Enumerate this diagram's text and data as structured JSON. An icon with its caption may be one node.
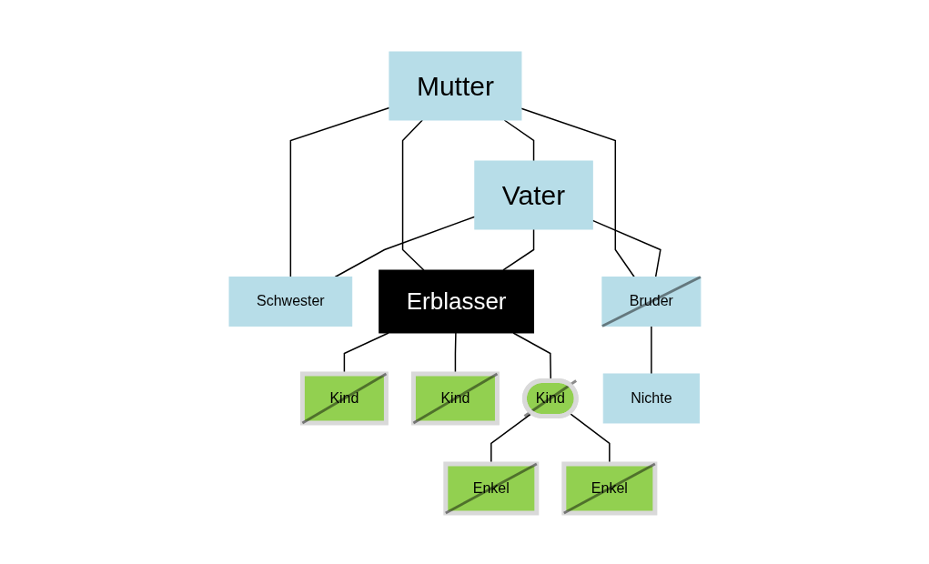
{
  "diagram": {
    "nodes": [
      {
        "text": [
          "Mutter"
        ]
      },
      {
        "text": [
          "Vater"
        ]
      },
      {
        "text": [
          "Schwester"
        ]
      },
      {
        "text": [
          "Erblasser"
        ]
      },
      {
        "text": [
          "Bruder"
        ]
      },
      {
        "text": [
          "Kind"
        ]
      },
      {
        "text": [
          "Kind"
        ]
      },
      {
        "text": [
          "Kind"
        ]
      },
      {
        "text": [
          "Nichte"
        ]
      },
      {
        "text": [
          "Enkel"
        ]
      },
      {
        "text": [
          "Enkel"
        ]
      }
    ],
    "edges": [
      {
        "from": 0,
        "to": 1,
        "arrow": "none"
      },
      {
        "from": 0,
        "to": 2,
        "arrow": "none"
      },
      {
        "from": 1,
        "to": 2,
        "arrow": "none"
      },
      {
        "from": 0,
        "to": 3,
        "arrow": "none"
      },
      {
        "from": 1,
        "to": 3,
        "arrow": "none"
      },
      {
        "from": 0,
        "to": 4,
        "arrow": "none"
      },
      {
        "from": 1,
        "to": 4,
        "arrow": "none"
      },
      {
        "from": 3,
        "to": 5,
        "arrow": "none"
      },
      {
        "from": 3,
        "to": 6,
        "arrow": "none"
      },
      {
        "from": 3,
        "to": 7,
        "arrow": "none"
      },
      {
        "from": 4,
        "to": 8,
        "arrow": "none"
      },
      {
        "from": 7,
        "to": 9,
        "arrow": "none"
      },
      {
        "from": 7,
        "to": 10,
        "arrow": "none"
      }
    ]
  }
}
